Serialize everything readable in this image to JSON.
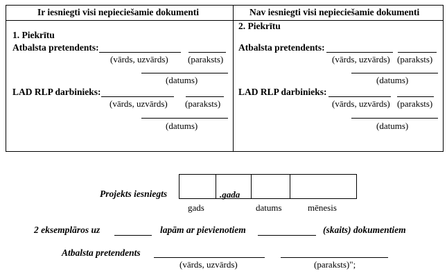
{
  "table": {
    "left_header": "Ir iesniegti visi nepieciešamie dokumenti",
    "right_header": "Nav iesniegti visi nepieciešamie dokumenti",
    "left": {
      "section_title": "1. Piekrītu",
      "applicant_label": "Atbalsta pretendents:",
      "applicant_name_caption": "(vārds, uzvārds)",
      "applicant_signature_caption": "(paraksts)",
      "applicant_date_caption": "(datums)",
      "employee_label": "LAD RLP darbinieks:",
      "employee_name_caption": "(vārds, uzvārds)",
      "employee_signature_caption": "(paraksts)",
      "employee_date_caption": "(datums)"
    },
    "right": {
      "section_title": "2. Piekrītu",
      "applicant_label": "Atbalsta pretendents:",
      "applicant_name_caption": "(vārds, uzvārds)",
      "applicant_signature_caption": "(paraksts)",
      "applicant_date_caption": "(datums)",
      "employee_label": "LAD RLP darbinieks:",
      "employee_name_caption": "(vārds, uzvārds)",
      "employee_signature_caption": "(paraksts)",
      "employee_date_caption": "(datums)"
    }
  },
  "submission": {
    "label": "Projekts iesniegts",
    "year_suffix": ".gada",
    "year_caption": "gads",
    "day_caption": "datums",
    "month_caption": "mēnesis"
  },
  "copies": {
    "prefix": "2 eksemplāros uz",
    "middle": "lapām ar pievienotiem",
    "suffix": "(skaits) dokumentiem"
  },
  "footer": {
    "label": "Atbalsta pretendents",
    "name_caption": "(vārds, uzvārds)",
    "signature_caption": "(paraksts)\";"
  }
}
